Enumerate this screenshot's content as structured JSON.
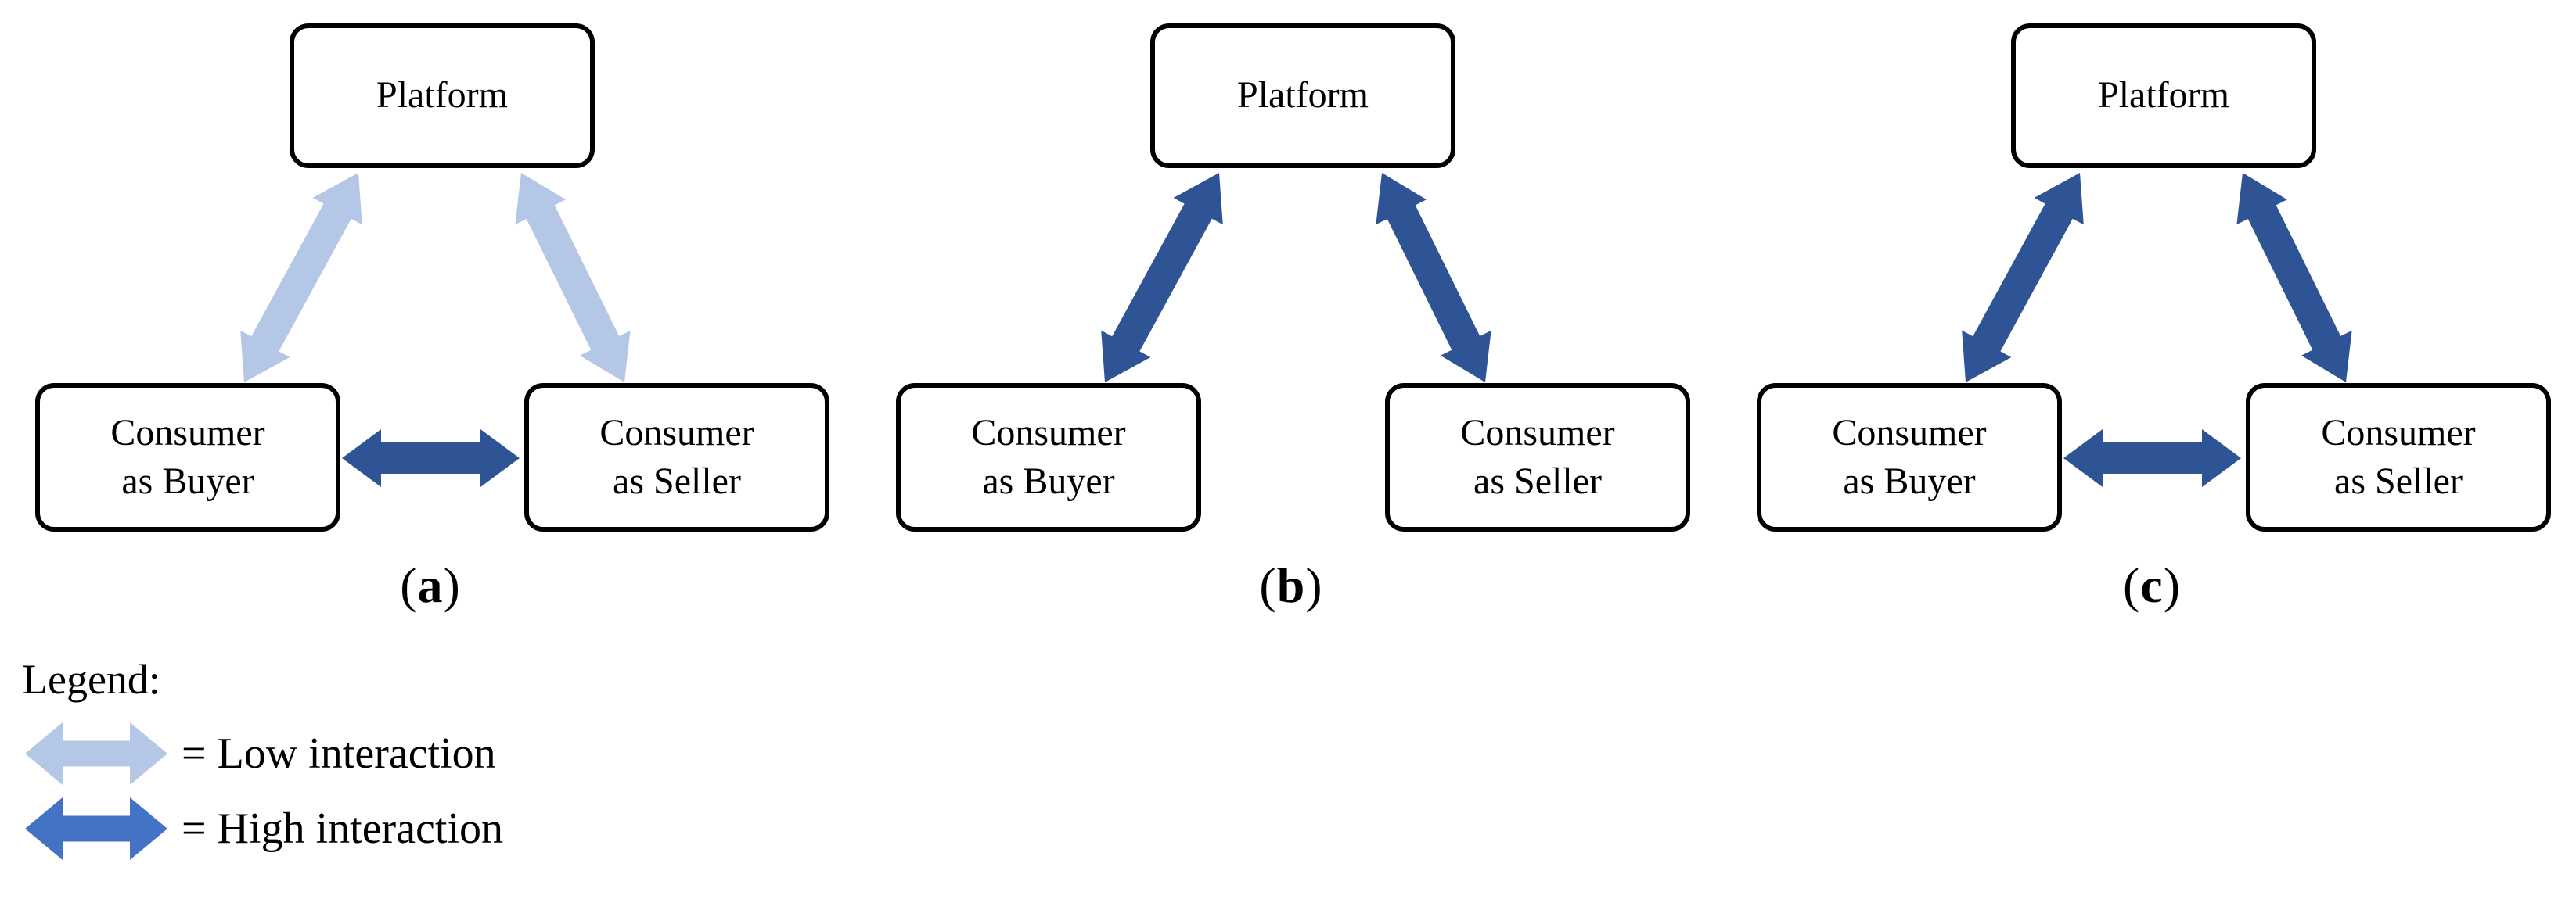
{
  "colors": {
    "low_interaction": "#B4C7E7",
    "high_interaction": "#2F5496",
    "legend_low_arrow": "#B4C7E7",
    "legend_high_arrow": "#4472C4",
    "box_border": "#000000",
    "text": "#000000",
    "background": "#FFFFFF"
  },
  "diagrams": [
    {
      "id": "a",
      "caption": {
        "open": "(",
        "letter": "a",
        "close": ")"
      },
      "nodes": {
        "platform": "Platform",
        "buyer": "Consumer\nas Buyer",
        "seller": "Consumer\nas Seller"
      },
      "connections": [
        {
          "from": "platform",
          "to": "buyer",
          "level": "low"
        },
        {
          "from": "platform",
          "to": "seller",
          "level": "low"
        },
        {
          "from": "buyer",
          "to": "seller",
          "level": "high"
        }
      ]
    },
    {
      "id": "b",
      "caption": {
        "open": "(",
        "letter": "b",
        "close": ")"
      },
      "nodes": {
        "platform": "Platform",
        "buyer": "Consumer\nas Buyer",
        "seller": "Consumer\nas Seller"
      },
      "connections": [
        {
          "from": "platform",
          "to": "buyer",
          "level": "high"
        },
        {
          "from": "platform",
          "to": "seller",
          "level": "high"
        }
      ]
    },
    {
      "id": "c",
      "caption": {
        "open": "(",
        "letter": "c",
        "close": ")"
      },
      "nodes": {
        "platform": "Platform",
        "buyer": "Consumer\nas Buyer",
        "seller": "Consumer\nas Seller"
      },
      "connections": [
        {
          "from": "platform",
          "to": "buyer",
          "level": "high"
        },
        {
          "from": "platform",
          "to": "seller",
          "level": "high"
        },
        {
          "from": "buyer",
          "to": "seller",
          "level": "high"
        }
      ]
    }
  ],
  "legend": {
    "title": "Legend:",
    "items": [
      {
        "symbol": "double-arrow",
        "level": "low",
        "label": "= Low interaction"
      },
      {
        "symbol": "double-arrow",
        "level": "high",
        "label": "= High interaction"
      }
    ]
  }
}
